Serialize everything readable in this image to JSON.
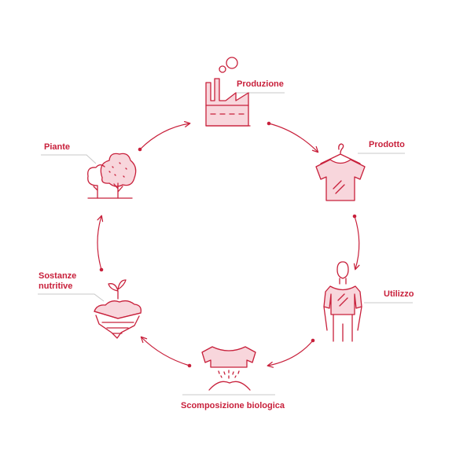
{
  "diagram": {
    "accent_color": "#c8203b",
    "fill_color": "#f8d6dc",
    "leader_color": "#c9c9c9",
    "nodes": [
      {
        "id": "produzione",
        "label": "Produzione",
        "icon": "factory-icon"
      },
      {
        "id": "prodotto",
        "label": "Prodotto",
        "icon": "tshirt-hanger-icon"
      },
      {
        "id": "utilizzo",
        "label": "Utilizzo",
        "icon": "person-wearing-shirt-icon"
      },
      {
        "id": "scomposizione",
        "label": "Scomposizione biologica",
        "icon": "decomposing-shirt-icon"
      },
      {
        "id": "sostanze",
        "label": "Sostanze nutritive",
        "icon": "soil-sprout-icon"
      },
      {
        "id": "piante",
        "label": "Piante",
        "icon": "trees-icon"
      }
    ]
  }
}
